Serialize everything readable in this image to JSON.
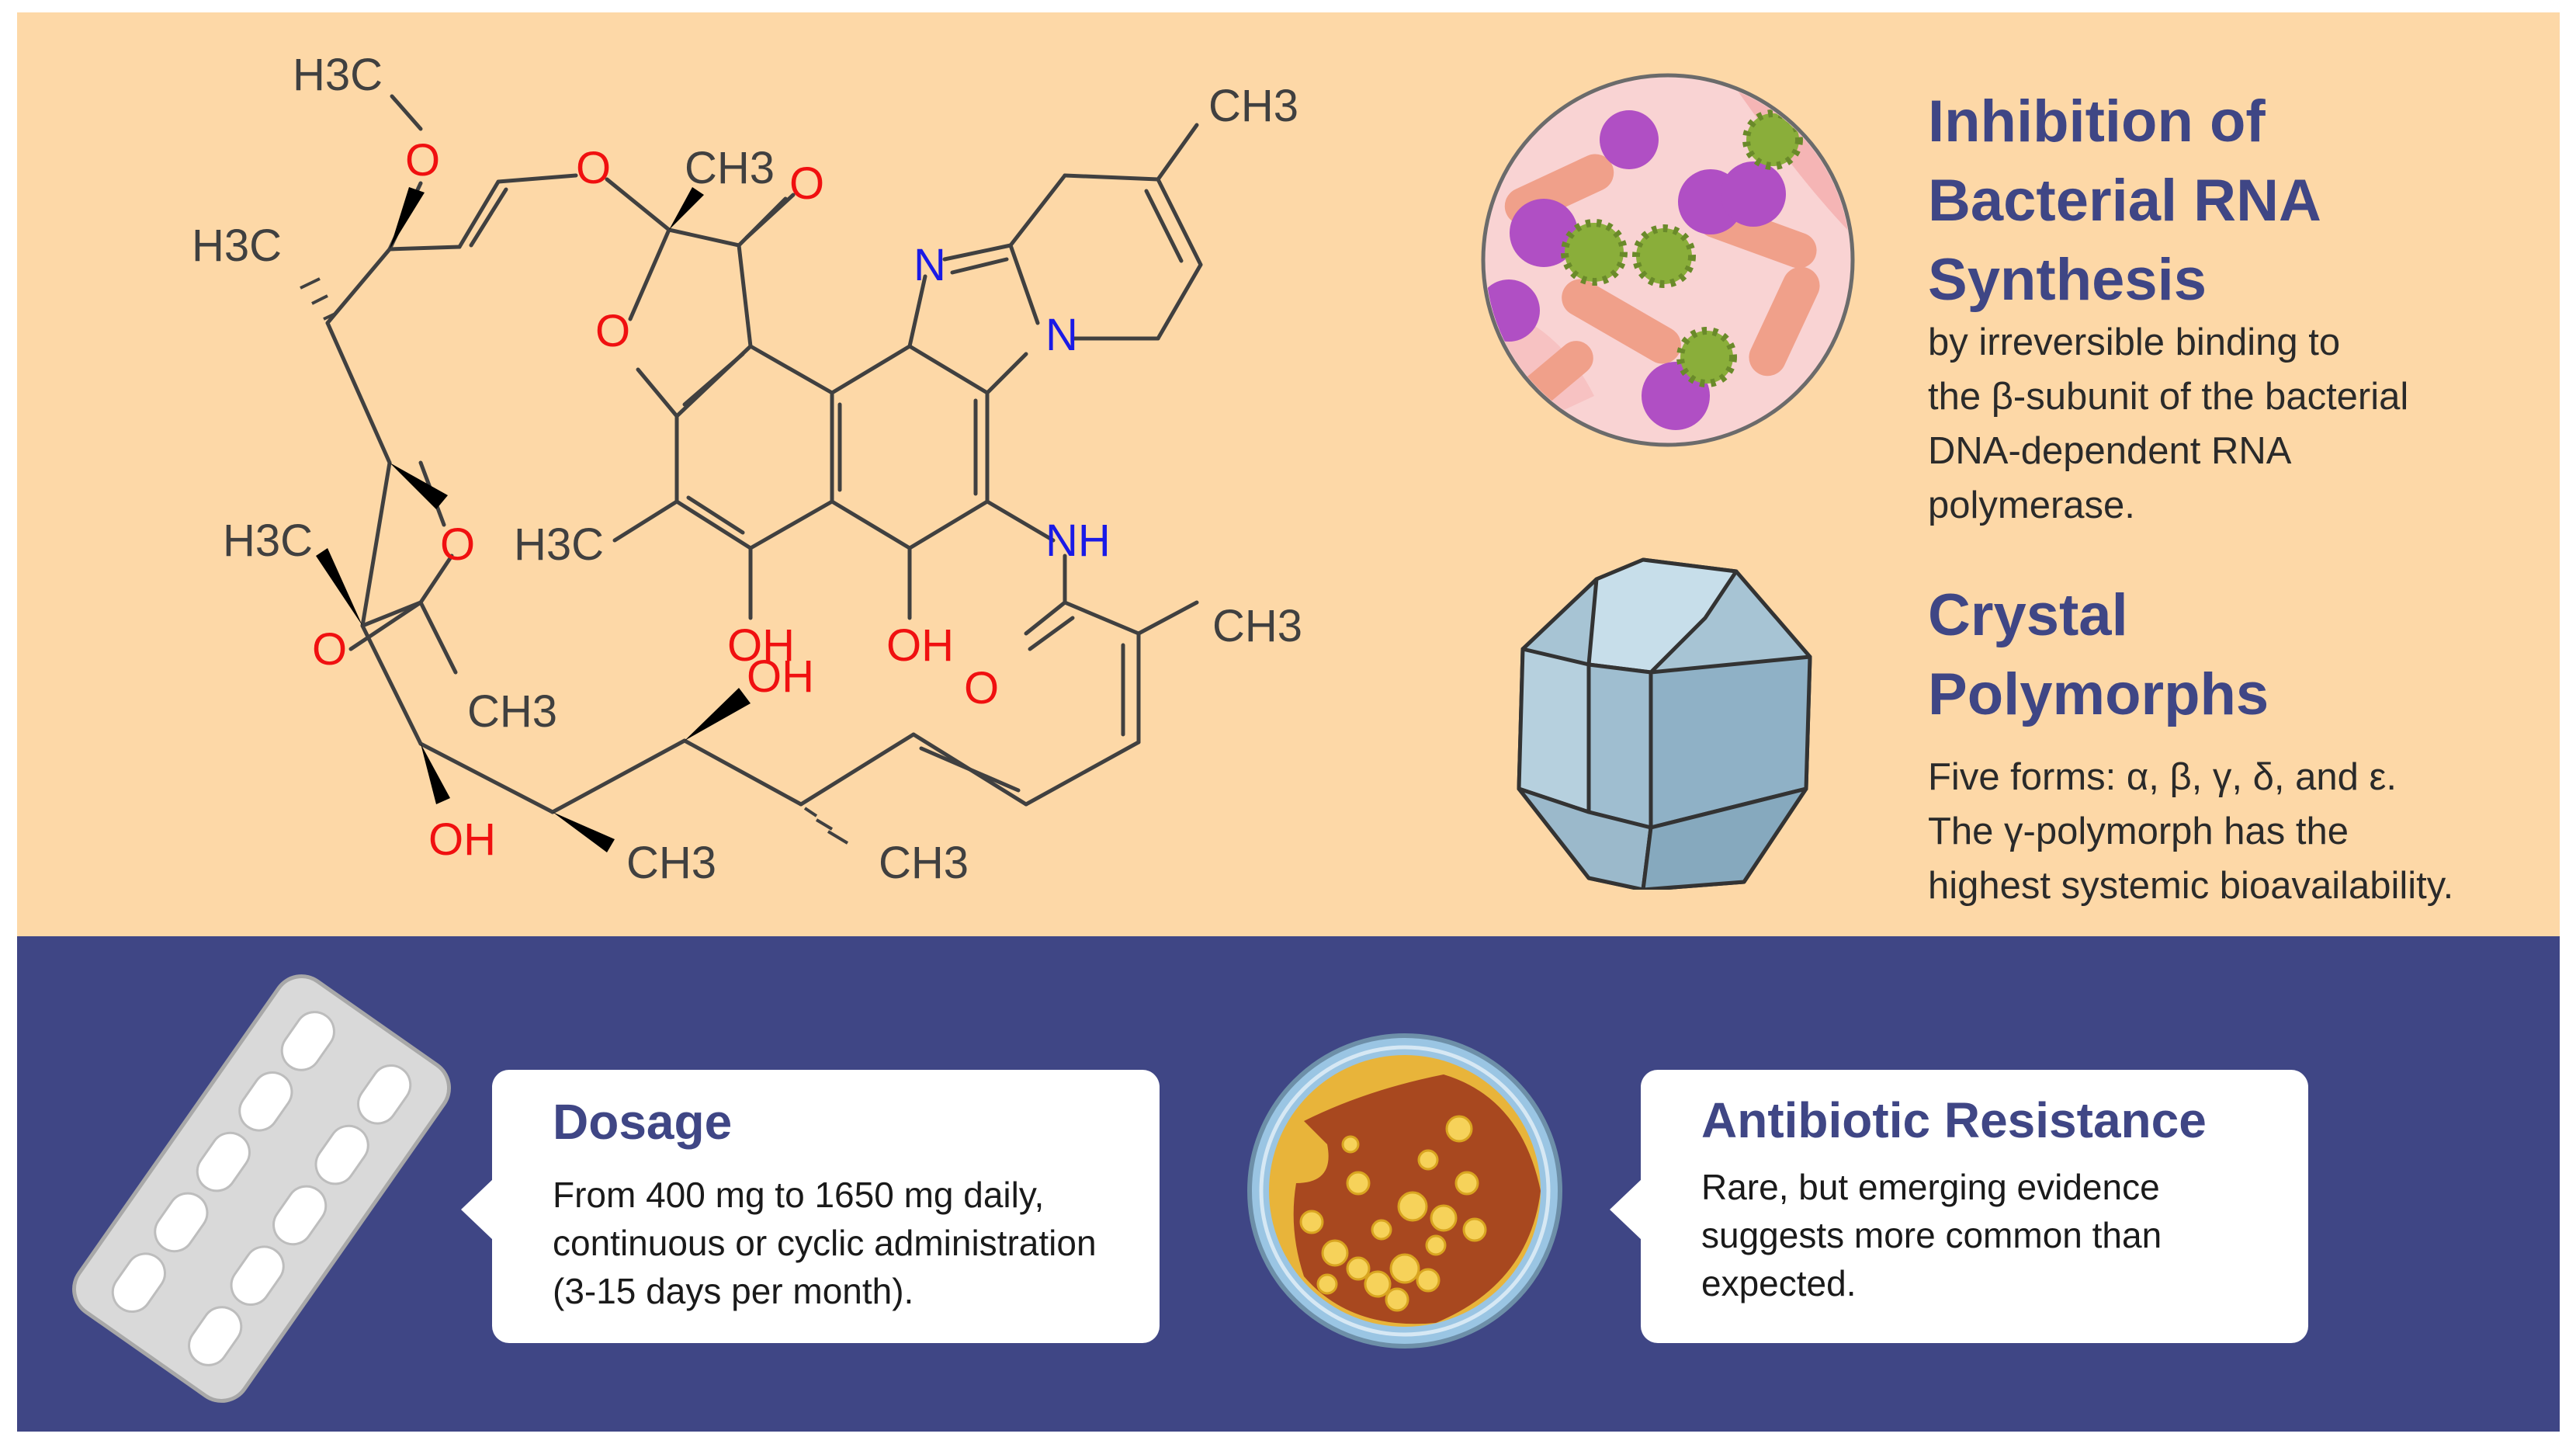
{
  "molecule_labels": {
    "h3c_top": "H3C",
    "o_methoxy": "O",
    "o_ether": "O",
    "ch3_ketal": "CH3",
    "o_ketone": "O",
    "h3c_left": "H3C",
    "o_furan": "O",
    "n_imine": "N",
    "n_pyridine": "N",
    "ch3_pyridine": "CH3",
    "h3c_acetate": "H3C",
    "o_ester": "O",
    "o_acetyl": "O",
    "ch3_acetyl": "CH3",
    "h3c_aromatic": "H3C",
    "oh_left": "OH",
    "oh_right": "OH",
    "nh": "NH",
    "o_amide": "O",
    "ch3_amide": "CH3",
    "oh_chain": "OH",
    "oh_bottom": "OH",
    "ch3_bottom_left": "CH3",
    "ch3_bottom_right": "CH3"
  },
  "inhibition": {
    "title_line1": "Inhibition of",
    "title_line2": "Bacterial RNA",
    "title_line3": "Synthesis",
    "body_line1": "by irreversible binding to",
    "body_line2": "the β-subunit of the bacterial",
    "body_line3": "DNA-dependent RNA",
    "body_line4": "polymerase."
  },
  "crystal": {
    "title_line1": "Crystal",
    "title_line2": "Polymorphs",
    "body_line1": "Five forms: α, β, γ, δ, and ε.",
    "body_line2": "The γ-polymorph has the",
    "body_line3": "highest systemic bioavailability."
  },
  "dosage": {
    "title": "Dosage",
    "body_line1": "From 400 mg to 1650 mg daily,",
    "body_line2": "continuous or cyclic administration",
    "body_line3": "(3-15 days per month)."
  },
  "resistance": {
    "title": "Antibiotic Resistance",
    "body_line1": "Rare, but emerging evidence",
    "body_line2": "suggests more common than",
    "body_line3": "expected."
  },
  "colors": {
    "top_background": "#FDD8A7",
    "bottom_background": "#3F4685",
    "title_color": "#3F4685",
    "heteroatom_red": "#F01010",
    "heteroatom_blue": "#1A1AE6"
  },
  "icons": [
    "bacteria-illustration-icon",
    "crystal-polyhedron-icon",
    "pill-blister-pack-icon",
    "petri-dish-icon"
  ]
}
